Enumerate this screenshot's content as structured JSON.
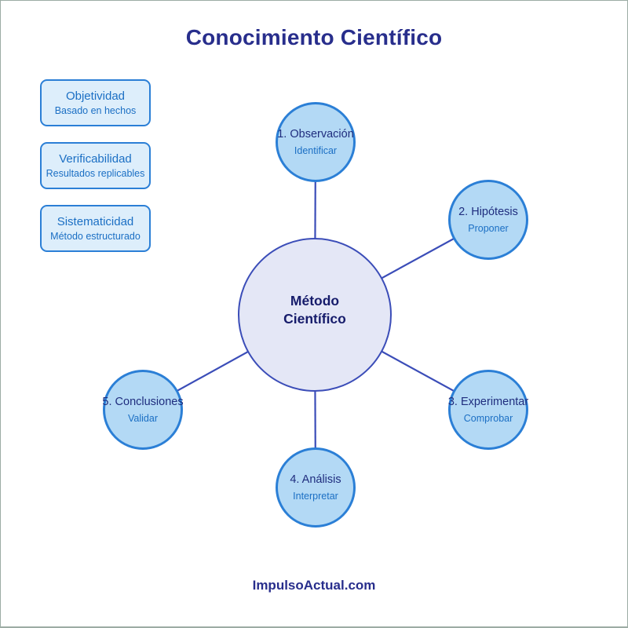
{
  "page": {
    "title": "Conocimiento Científico",
    "footer": "ImpulsoActual.com"
  },
  "colors": {
    "title_text": "#282e8c",
    "box_fill": "#ddeefb",
    "box_border": "#2b7fd6",
    "box_text": "#1b6fc4",
    "node_fill": "#b3d9f5",
    "node_border": "#2b7fd6",
    "node_title": "#1f2d7e",
    "node_subtitle": "#1b6fc4",
    "center_fill": "#e4e7f6",
    "center_border": "#3b4db8",
    "center_text": "#161c6b",
    "connector": "#3b4db8"
  },
  "principles": [
    {
      "title": "Objetividad",
      "subtitle": "Basado en hechos"
    },
    {
      "title": "Verificabilidad",
      "subtitle": "Resultados replicables"
    },
    {
      "title": "Sistematicidad",
      "subtitle": "Método estructurado"
    }
  ],
  "center": {
    "line1": "Método",
    "line2": "Científico"
  },
  "steps": [
    {
      "title": "1. Observación",
      "subtitle": "Identificar"
    },
    {
      "title": "2. Hipótesis",
      "subtitle": "Proponer"
    },
    {
      "title": "3. Experimentar",
      "subtitle": "Comprobar"
    },
    {
      "title": "4. Análisis",
      "subtitle": "Interpretar"
    },
    {
      "title": "5. Conclusiones",
      "subtitle": "Validar"
    }
  ]
}
